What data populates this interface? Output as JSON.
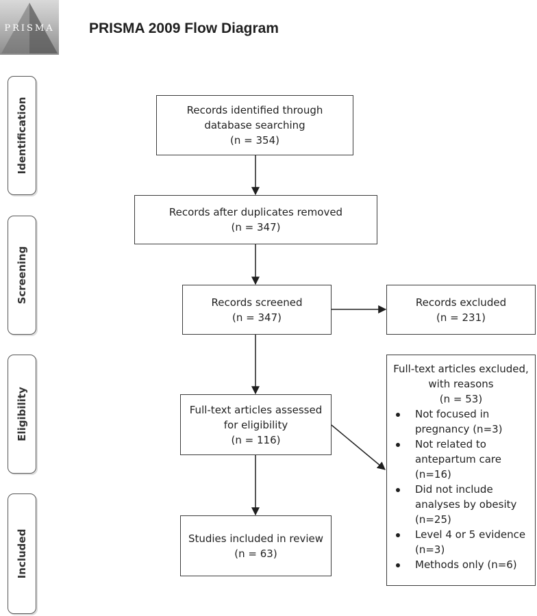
{
  "logo": {
    "text": "PRISMA"
  },
  "title": "PRISMA 2009 Flow Diagram",
  "stages": {
    "identification": "Identification",
    "screening": "Screening",
    "eligibility": "Eligibility",
    "included": "Included"
  },
  "boxes": {
    "identified": {
      "line1": "Records identified through",
      "line2": "database searching",
      "count": "(n = 354)"
    },
    "duplicates": {
      "line1": "Records after duplicates removed",
      "count": "(n =  347)"
    },
    "screened": {
      "line1": "Records screened",
      "count": "(n =  347)"
    },
    "excluded": {
      "line1": "Records excluded",
      "count": "(n =  231)"
    },
    "fulltext": {
      "line1": "Full-text articles assessed",
      "line2": "for eligibility",
      "count": "(n = 116)"
    },
    "included": {
      "line1": "Studies included in review",
      "count": "(n =  63)"
    }
  },
  "fulltext_excluded": {
    "line1": "Full-text articles excluded,",
    "line2": "with reasons",
    "count": "(n =  53)",
    "reasons": [
      "Not focused in pregnancy (n=3)",
      "Not related to antepartum care (n=16)",
      "Did not include analyses by obesity (n=25)",
      "Level 4 or 5 evidence (n=3)",
      "Methods only (n=6)"
    ]
  }
}
